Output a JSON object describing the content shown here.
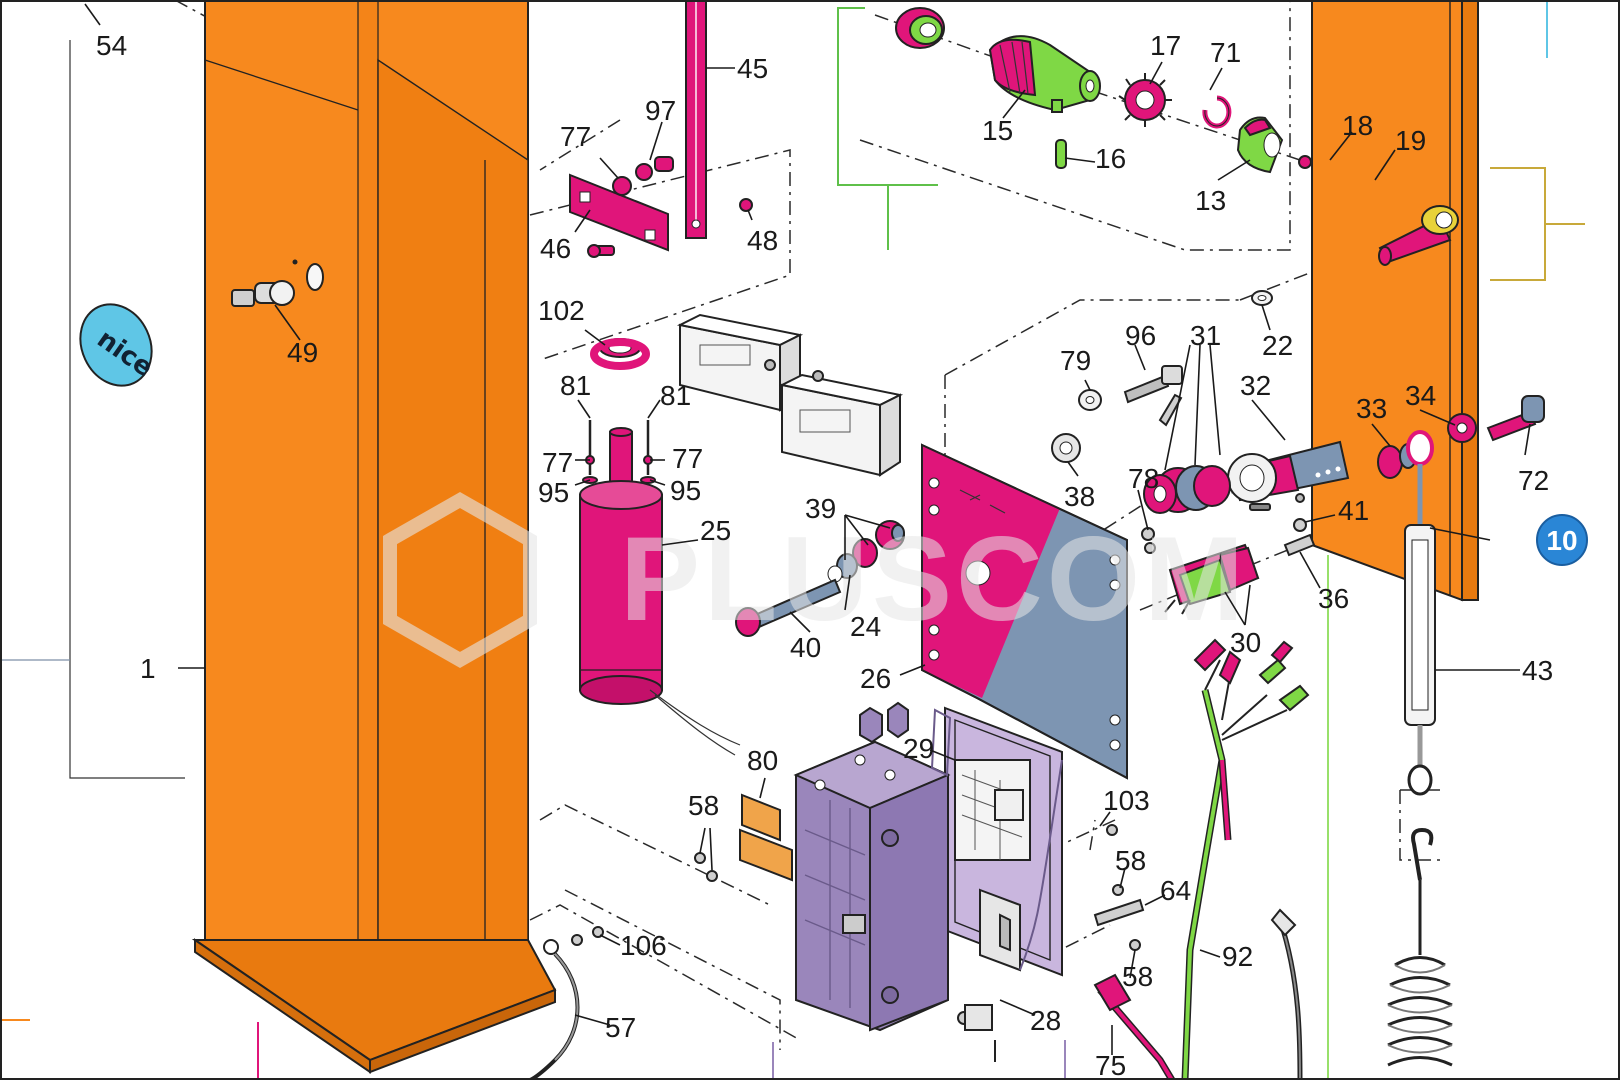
{
  "diagram": {
    "callouts": [
      {
        "id": "c54",
        "text": "54"
      },
      {
        "id": "c1",
        "text": "1"
      },
      {
        "id": "c49",
        "text": "49"
      },
      {
        "id": "c45",
        "text": "45"
      },
      {
        "id": "c97",
        "text": "97"
      },
      {
        "id": "c77a",
        "text": "77"
      },
      {
        "id": "c46",
        "text": "46"
      },
      {
        "id": "c48",
        "text": "48"
      },
      {
        "id": "c102",
        "text": "102"
      },
      {
        "id": "c81a",
        "text": "81"
      },
      {
        "id": "c81b",
        "text": "81"
      },
      {
        "id": "c77b",
        "text": "77"
      },
      {
        "id": "c77c",
        "text": "77"
      },
      {
        "id": "c95a",
        "text": "95"
      },
      {
        "id": "c95b",
        "text": "95"
      },
      {
        "id": "c25",
        "text": "25"
      },
      {
        "id": "c15",
        "text": "15"
      },
      {
        "id": "c16",
        "text": "16"
      },
      {
        "id": "c17",
        "text": "17"
      },
      {
        "id": "c71",
        "text": "71"
      },
      {
        "id": "c13",
        "text": "13"
      },
      {
        "id": "c18",
        "text": "18"
      },
      {
        "id": "c19",
        "text": "19"
      },
      {
        "id": "c22",
        "text": "22"
      },
      {
        "id": "c79",
        "text": "79"
      },
      {
        "id": "c96",
        "text": "96"
      },
      {
        "id": "c31",
        "text": "31"
      },
      {
        "id": "c32",
        "text": "32"
      },
      {
        "id": "c33",
        "text": "33"
      },
      {
        "id": "c34",
        "text": "34"
      },
      {
        "id": "c72",
        "text": "72"
      },
      {
        "id": "c38",
        "text": "38"
      },
      {
        "id": "c78",
        "text": "78"
      },
      {
        "id": "c41",
        "text": "41"
      },
      {
        "id": "c39",
        "text": "39"
      },
      {
        "id": "c40",
        "text": "40"
      },
      {
        "id": "c24",
        "text": "24"
      },
      {
        "id": "c26",
        "text": "26"
      },
      {
        "id": "c30",
        "text": "30"
      },
      {
        "id": "c36",
        "text": "36"
      },
      {
        "id": "c43",
        "text": "43"
      },
      {
        "id": "c80",
        "text": "80"
      },
      {
        "id": "c58a",
        "text": "58"
      },
      {
        "id": "c29",
        "text": "29"
      },
      {
        "id": "c103",
        "text": "103"
      },
      {
        "id": "c58b",
        "text": "58"
      },
      {
        "id": "c64",
        "text": "64"
      },
      {
        "id": "c58c",
        "text": "58"
      },
      {
        "id": "c92",
        "text": "92"
      },
      {
        "id": "c106",
        "text": "106"
      },
      {
        "id": "c57",
        "text": "57"
      },
      {
        "id": "c28",
        "text": "28"
      },
      {
        "id": "c75",
        "text": "75"
      }
    ],
    "page_badge": "10",
    "logo_text": "nice",
    "watermark": "PLUSCOM",
    "colors": {
      "orange": "#f7891e",
      "magenta": "#e0157a",
      "green": "#7fd845",
      "steel": "#7d95b2",
      "purple": "#9a86bb",
      "lilac": "#c9b6de",
      "yellow": "#e8d23a",
      "cyan": "#5fc6e6",
      "gold": "#c8a93a",
      "badge": "#2a86d6"
    }
  }
}
